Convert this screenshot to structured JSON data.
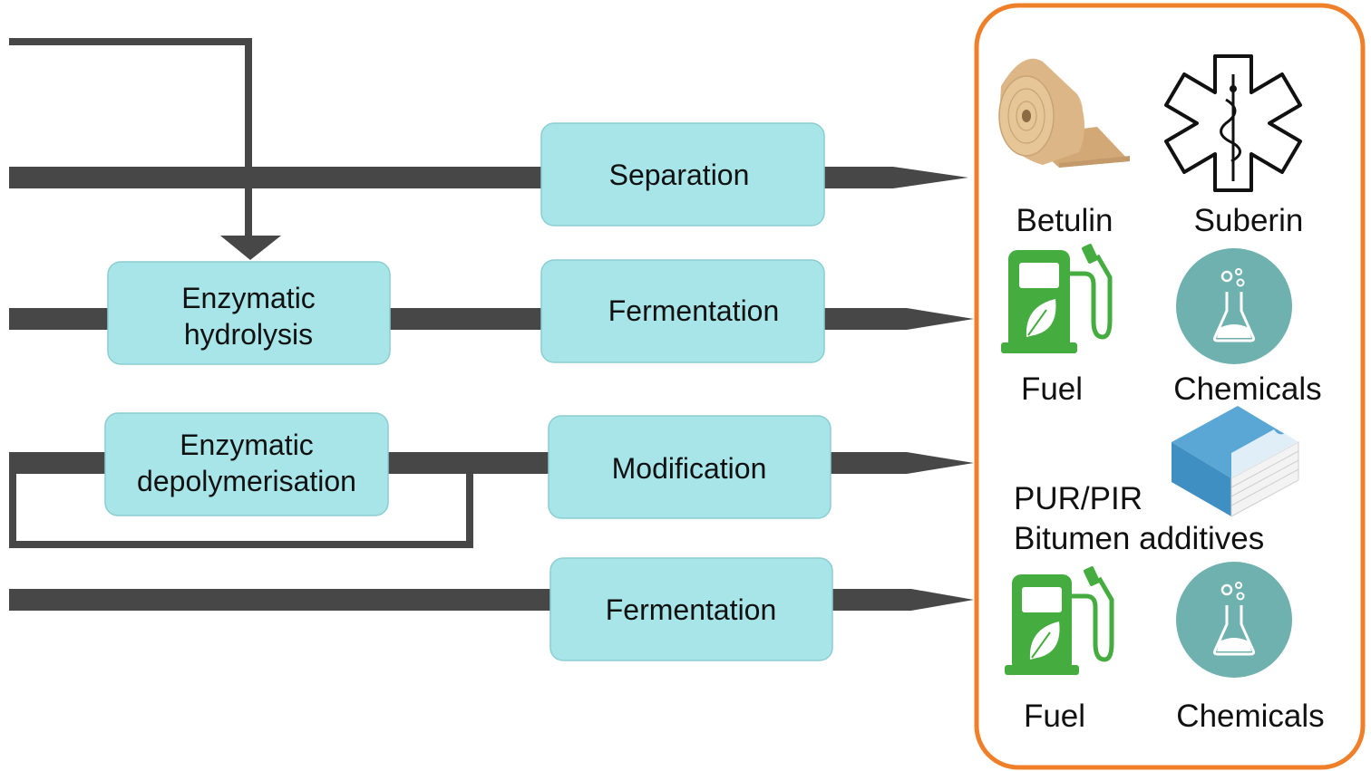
{
  "colors": {
    "flow": "#474747",
    "box_fill": "#a7e5e8",
    "box_stroke": "#8bcdd1",
    "panel_border": "#f07f2a",
    "fuel_green": "#45ac3f",
    "chem_teal": "#6fb1ae",
    "roll": "#dcb687",
    "foam_blue": "#3f8fc2"
  },
  "process_boxes": {
    "separation": "Separation",
    "hydrolysis": {
      "line1": "Enzymatic",
      "line2": "hydrolysis"
    },
    "fermentation_1": "Fermentation",
    "depolymerisation": {
      "line1": "Enzymatic",
      "line2": "depolymerisation"
    },
    "modification": "Modification",
    "fermentation_2": "Fermentation"
  },
  "products": {
    "betulin": "Betulin",
    "suberin": "Suberin",
    "fuel_1": "Fuel",
    "chemicals_1": "Chemicals",
    "pur_pir": "PUR/PIR",
    "bitumen_additives": "Bitumen additives",
    "fuel_2": "Fuel",
    "chemicals_2": "Chemicals"
  },
  "icons": [
    "roll-icon",
    "star-of-life-icon",
    "fuel-pump-icon",
    "flask-icon",
    "foam-board-icon"
  ]
}
